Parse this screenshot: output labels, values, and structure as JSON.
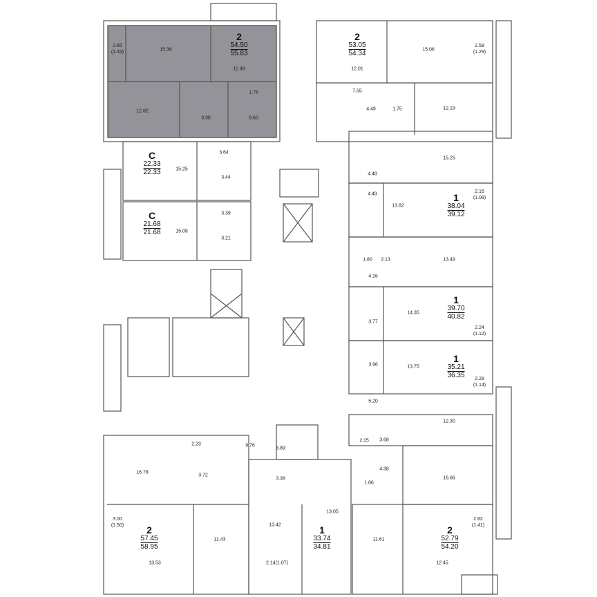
{
  "colors": {
    "highlight_fill": "#939399",
    "wall": "#555555",
    "background": "#ffffff"
  },
  "apartments": [
    {
      "id": "apt-2-left-top",
      "rooms": "2",
      "area_living": "54.50",
      "area_total": "55.83",
      "highlighted": true
    },
    {
      "id": "apt-2-right-top",
      "rooms": "2",
      "area_living": "53.05",
      "area_total": "54.34"
    },
    {
      "id": "apt-studio-1",
      "rooms": "C",
      "area_living": "22.33",
      "area_total": "22.33"
    },
    {
      "id": "apt-studio-2",
      "rooms": "C",
      "area_living": "21.68",
      "area_total": "21.68"
    },
    {
      "id": "apt-1-a",
      "rooms": "1",
      "area_living": "38.04",
      "area_total": "39.12"
    },
    {
      "id": "apt-1-b",
      "rooms": "1",
      "area_living": "39.70",
      "area_total": "40.82"
    },
    {
      "id": "apt-1-c",
      "rooms": "1",
      "area_living": "35.21",
      "area_total": "36.35"
    },
    {
      "id": "apt-2-left-bottom",
      "rooms": "2",
      "area_living": "57.45",
      "area_total": "58.95"
    },
    {
      "id": "apt-1-bottom",
      "rooms": "1",
      "area_living": "33.74",
      "area_total": "34.81"
    },
    {
      "id": "apt-2-right-bottom",
      "rooms": "2",
      "area_living": "52.79",
      "area_total": "54.20"
    }
  ],
  "room_labels": [
    "2.66\n(1.33)",
    "15.36",
    "11.98",
    "12.82",
    "1.76",
    "3.98",
    "8.60",
    "15.06",
    "2.58\n(1.29)",
    "12.01",
    "7.55",
    "4.49",
    "1.75",
    "12.19",
    "3.64",
    "15.25",
    "3.44",
    "3.39",
    "15.08",
    "3.21",
    "15.25",
    "4.48",
    "4.49",
    "13.82",
    "2.16\n(1.08)",
    "1.80",
    "2.13",
    "13.49",
    "4.16",
    "14.35",
    "3.77",
    "2.24\n(1.12)",
    "3.96",
    "13.75",
    "2.28\n(1.14)",
    "5.20",
    "2.15",
    "3.68",
    "12.30",
    "4.38",
    "16.66",
    "1.86",
    "2.82\n(1.41)",
    "11.61",
    "12.45",
    "2.23",
    "9.76",
    "3.89",
    "16.78",
    "3.72",
    "3.38",
    "3.00\n(1.50)",
    "11.43",
    "13.42",
    "13.05",
    "13.53",
    "2.14(1.07)"
  ]
}
